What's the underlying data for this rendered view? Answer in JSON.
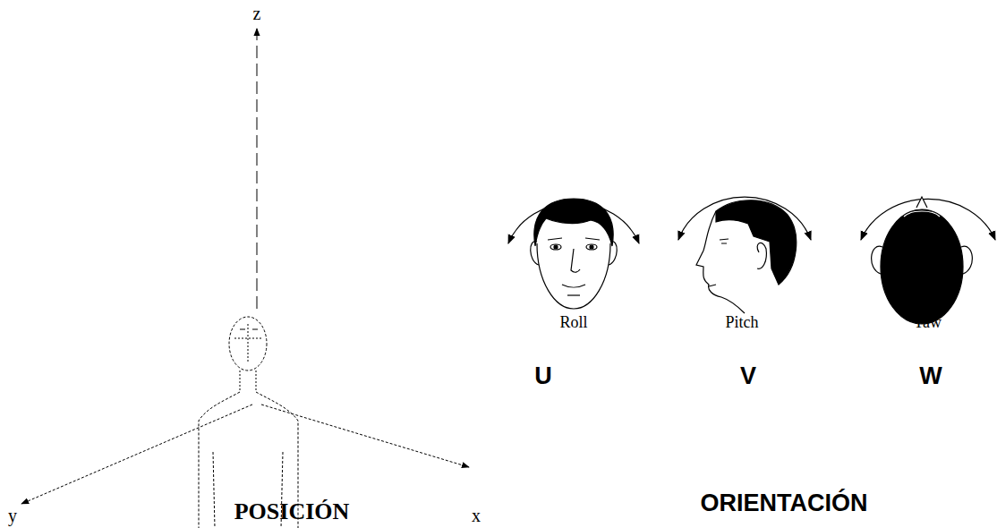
{
  "diagram": {
    "labels": [
      "z",
      "y",
      "x",
      "POSICIÓN",
      "Roll",
      "Pitch",
      "Yaw",
      "U",
      "V",
      "W",
      "ORIENTACIÓN"
    ]
  }
}
